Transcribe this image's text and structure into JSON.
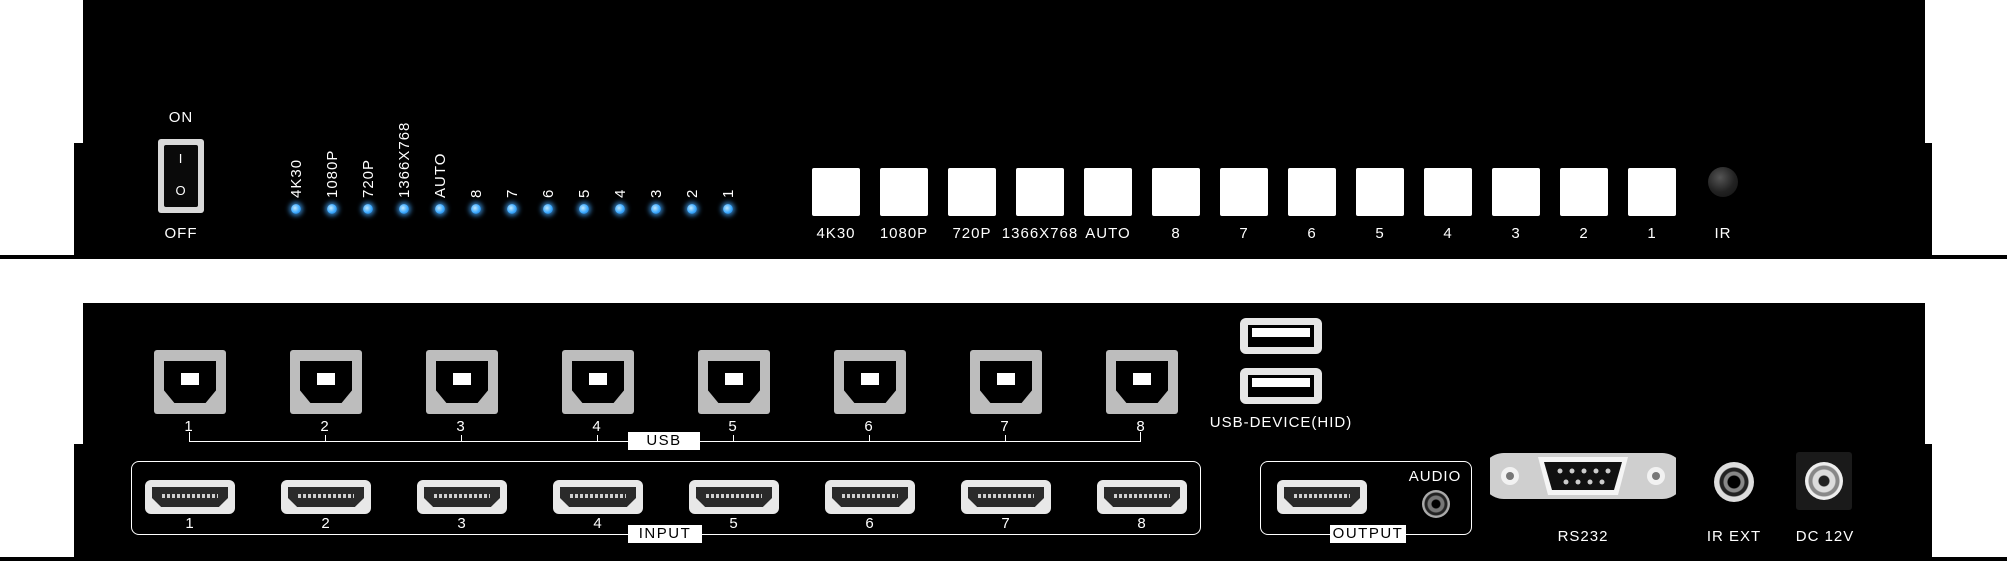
{
  "front_panel": {
    "power": {
      "on_label": "ON",
      "off_label": "OFF",
      "on_symbol": "I",
      "off_symbol": "O"
    },
    "indicator_labels": [
      "4K30",
      "1080P",
      "720P",
      "1366X768",
      "AUTO",
      "8",
      "7",
      "6",
      "5",
      "4",
      "3",
      "2",
      "1"
    ],
    "button_labels": [
      "4K30",
      "1080P",
      "720P",
      "1366X768",
      "AUTO",
      "8",
      "7",
      "6",
      "5",
      "4",
      "3",
      "2",
      "1"
    ],
    "ir_label": "IR",
    "led_color": "#3aa8ff"
  },
  "rear_panel": {
    "usb_ports": [
      "1",
      "2",
      "3",
      "4",
      "5",
      "6",
      "7",
      "8"
    ],
    "usb_group_label": "USB",
    "usb_device_label": "USB-DEVICE(HID)",
    "hdmi_inputs": [
      "1",
      "2",
      "3",
      "4",
      "5",
      "6",
      "7",
      "8"
    ],
    "input_group_label": "INPUT",
    "output_label": "OUTPUT",
    "audio_label": "AUDIO",
    "rs232_label": "RS232",
    "ir_ext_label": "IR EXT",
    "dc_label": "DC 12V"
  }
}
